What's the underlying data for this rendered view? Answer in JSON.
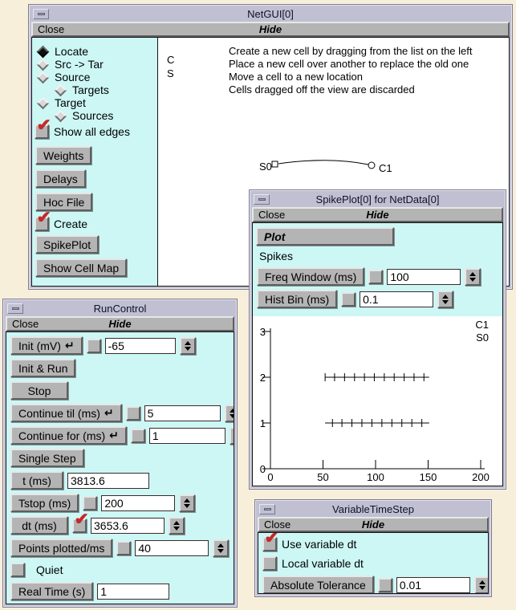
{
  "icons": {
    "check_mark": "✔",
    "return_arrow": "↵"
  },
  "netgui": {
    "title": "NetGUI[0]",
    "close": "Close",
    "hide": "Hide",
    "radios": [
      {
        "label": "Locate",
        "selected": true,
        "indent": false
      },
      {
        "label": "Src -> Tar",
        "selected": false,
        "indent": false
      },
      {
        "label": "Source",
        "selected": false,
        "indent": false
      },
      {
        "label": "Targets",
        "selected": false,
        "indent": true
      },
      {
        "label": "Target",
        "selected": false,
        "indent": false
      },
      {
        "label": "Sources",
        "selected": false,
        "indent": true
      }
    ],
    "show_all_edges": {
      "label": "Show all edges",
      "checked": true
    },
    "weights_btn": "Weights",
    "delays_btn": "Delays",
    "hoc_file_btn": "Hoc File",
    "create": {
      "label": "Create",
      "checked": true
    },
    "spikeplot_btn": "SpikePlot",
    "show_cell_map_btn": "Show Cell Map",
    "cell_types": {
      "0": "C",
      "1": "S"
    },
    "instructions": {
      "0": "Create a new cell by dragging from the list on the left",
      "1": "Place a new cell over another to replace the old one",
      "2": "Move a cell to a new location",
      "3": "Cells dragged off the view are discarded"
    },
    "net": {
      "source": "S0",
      "target": "C1"
    }
  },
  "spikeplot": {
    "title": "SpikePlot[0] for NetData[0]",
    "close": "Close",
    "hide": "Hide",
    "plot_menu": "Plot",
    "section": "Spikes",
    "freq_window": {
      "label": "Freq Window (ms)",
      "value": "100"
    },
    "hist_bin": {
      "label": "Hist Bin (ms)",
      "value": "0.1"
    }
  },
  "chart_data": {
    "type": "raster",
    "title": "",
    "xlabel": "",
    "ylabel": "",
    "xlim": [
      0,
      200
    ],
    "ylim": [
      0,
      3
    ],
    "xticks": [
      0,
      50,
      100,
      150,
      200
    ],
    "yticks": [
      0,
      1,
      2,
      3
    ],
    "grid": false,
    "legend": [
      "C1",
      "S0"
    ],
    "legend_position": "top-right",
    "series": [
      {
        "name": "C1",
        "row": 2,
        "line_start": 52,
        "line_end": 151,
        "spikes": [
          52,
          61,
          70.5,
          80,
          89.4,
          98.8,
          108.3,
          117.7,
          127.2,
          136.6,
          146
        ]
      },
      {
        "name": "S0",
        "row": 1,
        "line_start": 52,
        "line_end": 151,
        "spikes": [
          59,
          68,
          77.5,
          87,
          96.5,
          106,
          115.5,
          125,
          134.5,
          144
        ]
      }
    ]
  },
  "runcontrol": {
    "title": "RunControl",
    "close": "Close",
    "hide": "Hide",
    "init": {
      "label": "Init (mV)",
      "value": "-65"
    },
    "init_run": "Init & Run",
    "stop": "Stop",
    "continue_til": {
      "label": "Continue til (ms)",
      "value": "5"
    },
    "continue_for": {
      "label": "Continue for (ms)",
      "value": "1"
    },
    "single_step": "Single Step",
    "t": {
      "label": "t (ms)",
      "value": "3813.6"
    },
    "tstop": {
      "label": "Tstop (ms)",
      "value": "200"
    },
    "dt": {
      "label": "dt (ms)",
      "value": "3653.6",
      "checked": true
    },
    "points": {
      "label": "Points plotted/ms",
      "value": "40"
    },
    "quiet": "Quiet",
    "realtime": {
      "label": "Real Time (s)",
      "value": "1"
    }
  },
  "vartimestep": {
    "title": "VariableTimeStep",
    "close": "Close",
    "hide": "Hide",
    "use_variable_dt": {
      "label": "Use variable dt",
      "checked": true
    },
    "local_variable_dt": {
      "label": "Local variable dt",
      "checked": false
    },
    "abs_tol": {
      "label": "Absolute Tolerance",
      "value": "0.01"
    }
  }
}
